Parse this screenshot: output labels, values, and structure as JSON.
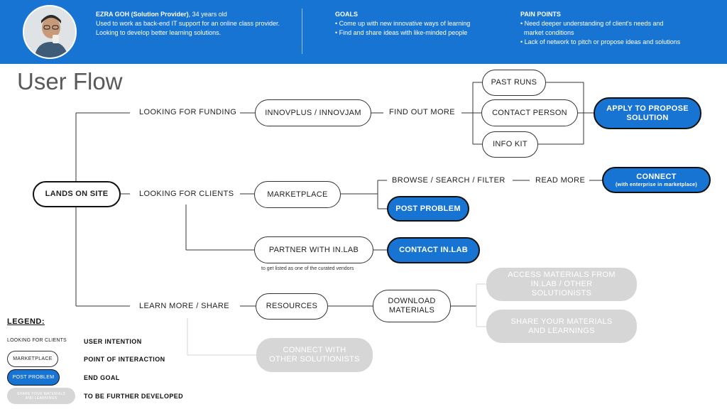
{
  "header": {
    "name": "EZRA GOH (Solution Provider)",
    "age": ", 34 years old",
    "bio": "Used to work as back-end IT support for an online class provider. Looking to develop better learning solutions.",
    "goals_title": "GOALS",
    "goals": [
      "• Come up with new innovative ways of learning",
      "• Find and share ideas with like-minded people"
    ],
    "pain_title": "PAIN POINTS",
    "pains": [
      "• Need deeper understanding of client's needs and",
      "  market conditions",
      "• Lack of network to pitch or propose ideas and solutions"
    ]
  },
  "title": "User Flow",
  "nodes": {
    "lands": "LANDS ON SITE",
    "funding": "LOOKING FOR FUNDING",
    "clients": "LOOKING FOR CLIENTS",
    "learn": "LEARN MORE / SHARE",
    "innov": "INNOVPLUS / INNOVJAM",
    "find_out": "FIND OUT MORE",
    "past_runs": "PAST RUNS",
    "contact_person": "CONTACT PERSON",
    "info_kit": "INFO KIT",
    "apply": "APPLY TO PROPOSE SOLUTION",
    "marketplace": "MARKETPLACE",
    "browse": "BROWSE / SEARCH / FILTER",
    "read_more": "READ MORE",
    "connect": "CONNECT",
    "connect_sub": "(with enterprise in marketplace)",
    "post_problem": "POST PROBLEM",
    "partner": "PARTNER WITH IN.LAB",
    "partner_note": "to get listed as one of the curated vendors",
    "contact_inlab": "CONTACT IN.LAB",
    "resources": "RESOURCES",
    "download": "DOWNLOAD MATERIALS",
    "access": "ACCESS MATERIALS FROM IN.LAB / OTHER SOLUTIONISTS",
    "share": "SHARE YOUR MATERIALS AND LEARNINGS",
    "connect_other": "CONNECT WITH OTHER SOLUTIONISTS"
  },
  "legend": {
    "title": "LEGEND:",
    "intention_sample": "LOOKING FOR CLIENTS",
    "intention": "USER INTENTION",
    "interaction_sample": "MARKETPLACE",
    "interaction": "POINT OF INTERACTION",
    "goal_sample": "POST PROBLEM",
    "goal": "END GOAL",
    "future_sample": "SHARE YOUR MATERIALS AND LEARNINGS",
    "future": "TO BE FURTHER DEVELOPED"
  },
  "colors": {
    "primary": "#1874d2",
    "future": "#d6d6d6",
    "line": "#333333"
  }
}
